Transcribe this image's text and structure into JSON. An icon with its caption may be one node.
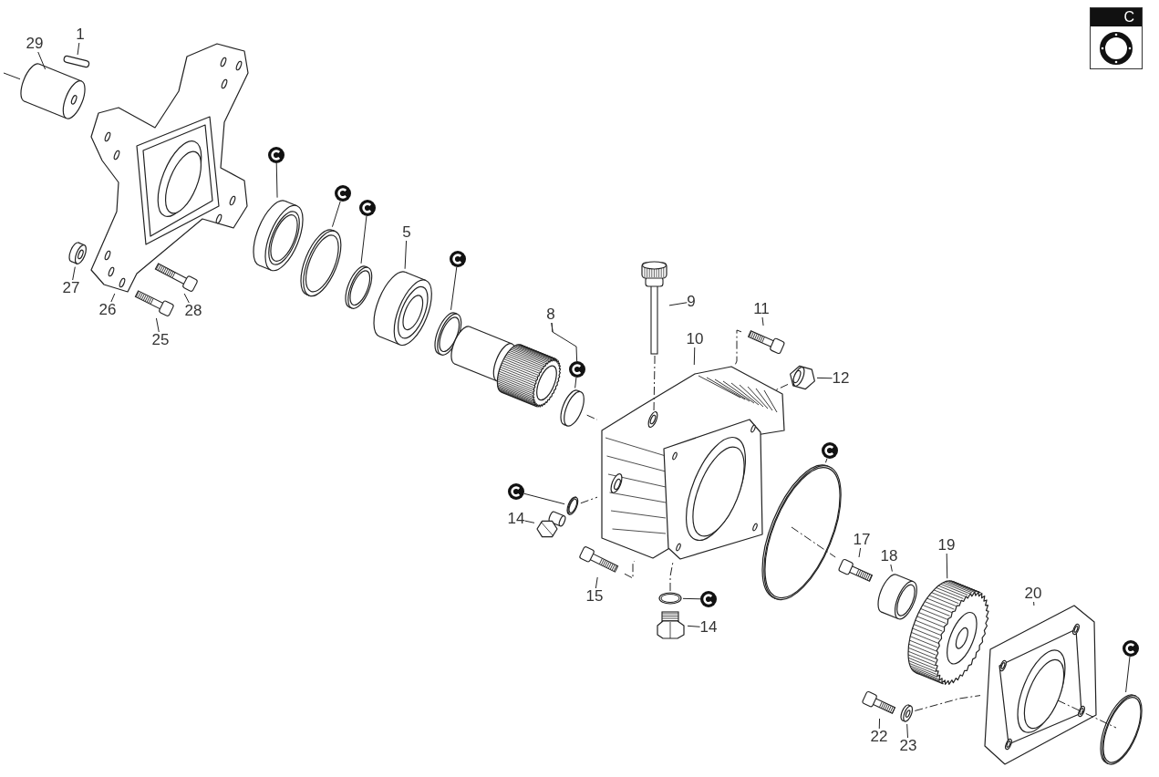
{
  "diagram": {
    "nodes": [
      {
        "text": [
          "C"
        ]
      },
      {
        "text": [
          "29"
        ]
      },
      {
        "text": [],
        "shape": "picture"
      },
      {
        "text": [
          "1"
        ]
      },
      {
        "text": [],
        "shape": "bar"
      },
      {
        "text": [],
        "shape": "picture"
      },
      {
        "text": [
          "27"
        ]
      },
      {
        "text": [],
        "shape": "picture"
      },
      {
        "text": [
          "26"
        ]
      },
      {
        "text": [
          "28"
        ]
      },
      {
        "text": [],
        "shape": "picture"
      },
      {
        "text": [
          "25"
        ]
      },
      {
        "text": [],
        "shape": "picture"
      },
      {
        "text": [],
        "shape": "circle"
      },
      {
        "text": [],
        "shape": "picture"
      },
      {
        "text": [],
        "shape": "circle"
      },
      {
        "text": [],
        "shape": "picture"
      },
      {
        "text": [],
        "shape": "circle"
      },
      {
        "text": [],
        "shape": "picture"
      },
      {
        "text": [
          "5"
        ]
      },
      {
        "text": [],
        "shape": "picture"
      },
      {
        "text": [],
        "shape": "circle"
      },
      {
        "text": [],
        "shape": "picture"
      },
      {
        "text": [
          "8"
        ]
      },
      {
        "text": [],
        "shape": "picture"
      },
      {
        "text": [],
        "shape": "circle"
      },
      {
        "text": [],
        "shape": "picture"
      },
      {
        "text": [],
        "shape": "picture"
      },
      {
        "text": [
          "9"
        ]
      },
      {
        "text": [
          "10"
        ]
      },
      {
        "text": [],
        "shape": "picture"
      },
      {
        "text": [
          "11"
        ]
      },
      {
        "text": [],
        "shape": "picture"
      },
      {
        "text": [],
        "shape": "picture"
      },
      {
        "text": [
          "12"
        ]
      },
      {
        "text": [],
        "shape": "circle"
      },
      {
        "text": [],
        "shape": "picture"
      },
      {
        "text": [
          "14"
        ]
      },
      {
        "text": [],
        "shape": "picture"
      },
      {
        "text": [],
        "shape": "picture"
      },
      {
        "text": [
          "15"
        ]
      },
      {
        "text": [],
        "shape": "picture"
      },
      {
        "text": [],
        "shape": "circle"
      },
      {
        "text": [],
        "shape": "picture"
      },
      {
        "text": [
          "14"
        ]
      },
      {
        "text": [],
        "shape": "circle"
      },
      {
        "text": [],
        "shape": "picture"
      },
      {
        "text": [
          "17"
        ]
      },
      {
        "text": [],
        "shape": "picture"
      },
      {
        "text": [
          "18"
        ]
      },
      {
        "text": [],
        "shape": "picture"
      },
      {
        "text": [
          "19"
        ]
      },
      {
        "text": [],
        "shape": "picture"
      },
      {
        "text": [
          "20"
        ]
      },
      {
        "text": [],
        "shape": "picture"
      },
      {
        "text": [],
        "shape": "circle"
      },
      {
        "text": [],
        "shape": "circle"
      },
      {
        "text": [],
        "shape": "picture"
      },
      {
        "text": [
          "22"
        ]
      },
      {
        "text": [],
        "shape": "picture"
      },
      {
        "text": [
          "23"
        ]
      }
    ],
    "edges": [
      {
        "from": null,
        "to": 2,
        "arrow": "none"
      },
      {
        "from": 1,
        "to": 2,
        "arrow": "none"
      },
      {
        "from": 3,
        "to": 4,
        "arrow": "none"
      },
      {
        "from": 6,
        "to": 7,
        "arrow": "none"
      },
      {
        "from": 8,
        "to": 5,
        "arrow": "none"
      },
      {
        "from": 9,
        "to": 10,
        "arrow": "none"
      },
      {
        "from": 11,
        "to": 12,
        "arrow": "none"
      },
      {
        "from": 13,
        "to": 14,
        "arrow": "none"
      },
      {
        "from": 15,
        "to": 16,
        "arrow": "none"
      },
      {
        "from": 17,
        "to": 18,
        "arrow": "none"
      },
      {
        "from": 19,
        "to": 20,
        "arrow": "none"
      },
      {
        "from": 21,
        "to": 22,
        "arrow": "none"
      },
      {
        "from": 23,
        "to": 24,
        "arrow": "none"
      },
      {
        "from": 23,
        "to": 25,
        "arrow": "none"
      },
      {
        "from": 25,
        "to": 26,
        "arrow": "none"
      },
      {
        "from": 28,
        "to": 27,
        "arrow": "none"
      },
      {
        "from": 29,
        "to": 30,
        "arrow": "none"
      },
      {
        "from": 31,
        "to": 32,
        "arrow": "none"
      },
      {
        "from": 34,
        "to": 33,
        "arrow": "none"
      },
      {
        "from": 35,
        "to": 36,
        "arrow": "none"
      },
      {
        "from": 37,
        "to": 38,
        "arrow": "none"
      },
      {
        "from": 40,
        "to": 39,
        "arrow": "none"
      },
      {
        "from": 42,
        "to": 41,
        "arrow": "none"
      },
      {
        "from": 44,
        "to": 43,
        "arrow": "none"
      },
      {
        "from": 45,
        "to": 46,
        "arrow": "none"
      },
      {
        "from": 47,
        "to": 48,
        "arrow": "none"
      },
      {
        "from": 49,
        "to": 50,
        "arrow": "none"
      },
      {
        "from": 51,
        "to": 52,
        "arrow": "none"
      },
      {
        "from": 53,
        "to": 54,
        "arrow": "none"
      },
      {
        "from": 55,
        "to": 56,
        "arrow": "none"
      },
      {
        "from": 58,
        "to": 57,
        "arrow": "none"
      },
      {
        "from": 60,
        "to": 59,
        "arrow": "none"
      },
      {
        "from": 26,
        "to": 30,
        "arrow": "none",
        "style": "dashed"
      },
      {
        "from": 27,
        "to": 30,
        "arrow": "none",
        "style": "dashed"
      },
      {
        "from": 32,
        "to": 30,
        "arrow": "none",
        "style": "dashed"
      },
      {
        "from": 33,
        "to": 30,
        "arrow": "none",
        "style": "dashed"
      },
      {
        "from": 36,
        "to": 30,
        "arrow": "none",
        "style": "dashed"
      },
      {
        "from": 39,
        "to": 30,
        "arrow": "none",
        "style": "dashed"
      },
      {
        "from": 41,
        "to": 30,
        "arrow": "none",
        "style": "dashed"
      },
      {
        "from": 46,
        "to": 48,
        "arrow": "none",
        "style": "dashed"
      },
      {
        "from": 59,
        "to": 54,
        "arrow": "none",
        "style": "dashed"
      },
      {
        "from": 54,
        "to": 56,
        "arrow": "none",
        "style": "dashed"
      }
    ]
  }
}
